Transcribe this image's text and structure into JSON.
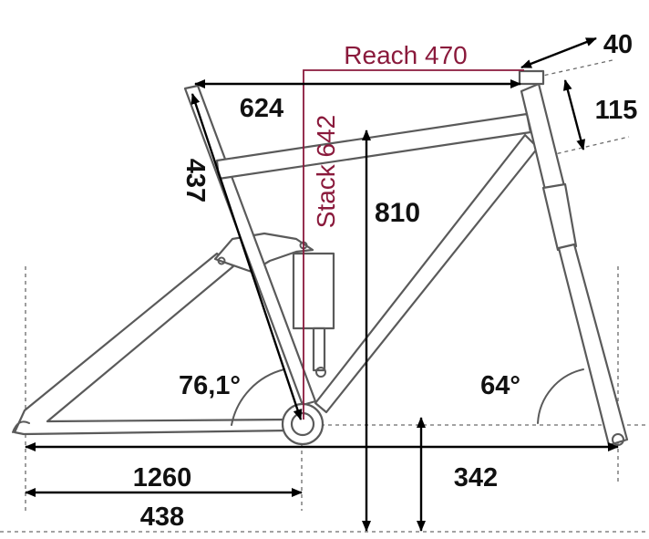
{
  "measurements": {
    "reach": "Reach 470",
    "stack": "Stack 642",
    "top_tube": "624",
    "seat_tube": "437",
    "head_tube": "115",
    "stem_offset": "40",
    "bb_height": "810",
    "seat_angle": "76,1°",
    "head_angle": "64°",
    "wheelbase": "1260",
    "chainstay": "438",
    "front_center": "342"
  },
  "colors": {
    "dimension": "#000000",
    "accent": "#8a1a3c",
    "frame": "#5a5a5a"
  }
}
